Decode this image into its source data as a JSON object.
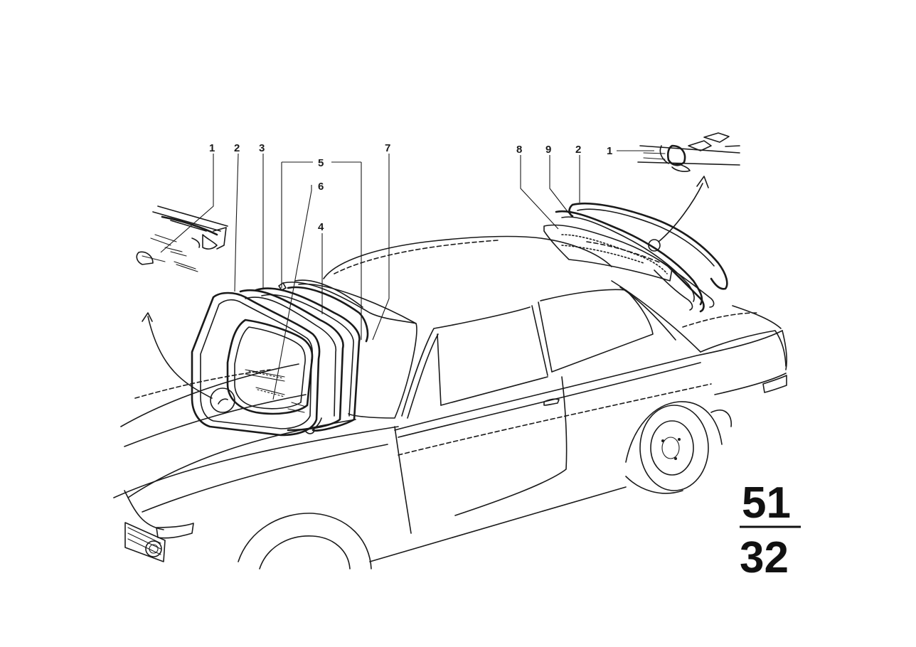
{
  "callouts_front": {
    "c1": "1",
    "c2": "2",
    "c3": "3",
    "c5": "5",
    "c6": "6",
    "c4": "4",
    "c7": "7"
  },
  "callouts_rear": {
    "c8": "8",
    "c9": "9",
    "c2": "2",
    "c1": "1"
  },
  "page_number": {
    "group": "51",
    "sub": "32"
  }
}
